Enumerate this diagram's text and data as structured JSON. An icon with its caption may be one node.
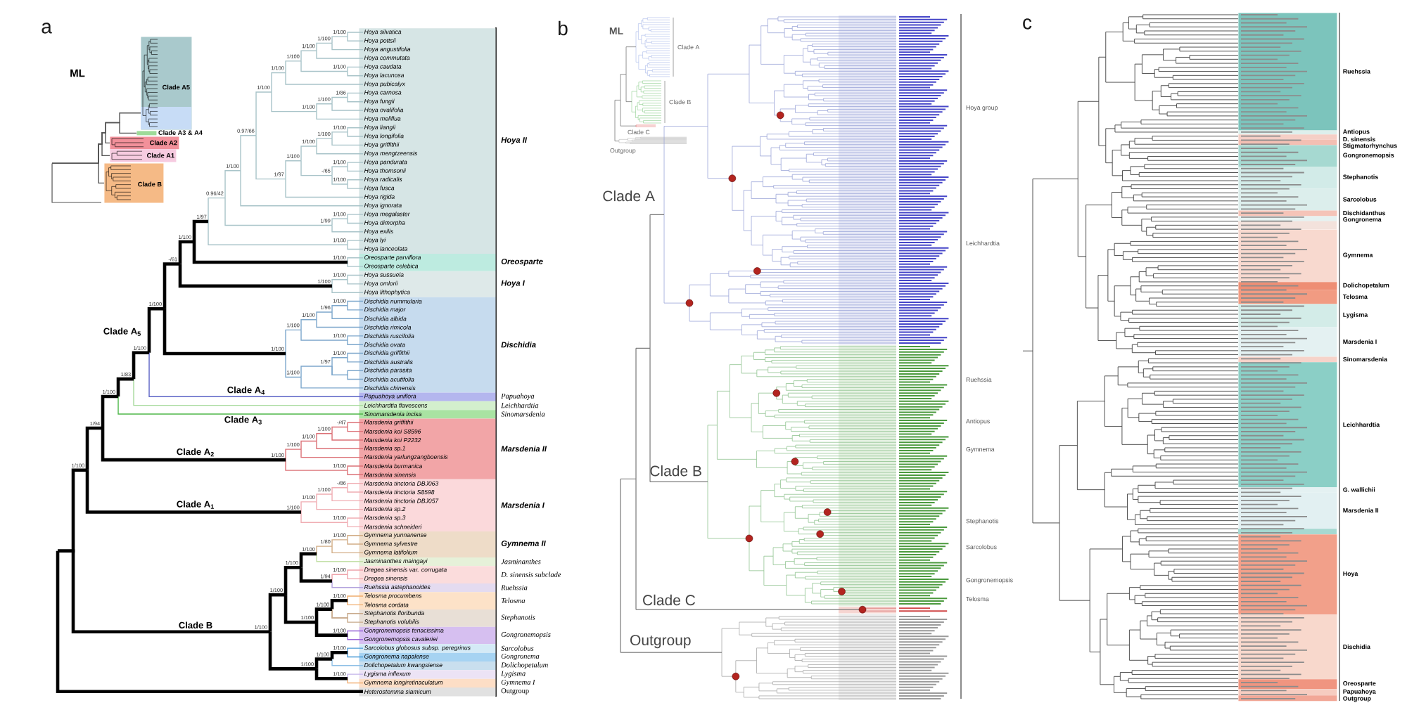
{
  "diagram": {
    "nodes": [
      {
        "text": [
          "Clade A5"
        ]
      },
      {
        "text": [
          "Clade A3 & A4"
        ]
      },
      {
        "text": [
          "Clade A2"
        ]
      },
      {
        "text": [
          "Clade A1"
        ]
      },
      {
        "text": [
          "Clade B"
        ]
      },
      {
        "text": [
          "Hoya II"
        ]
      },
      {
        "text": [
          "Oreosparte"
        ]
      },
      {
        "text": [
          "Hoya I"
        ]
      },
      {
        "text": [
          "Dischidia"
        ]
      },
      {
        "text": [
          "Papuahoya"
        ]
      },
      {
        "text": [
          "Leichhardtia"
        ]
      },
      {
        "text": [
          "Sinomarsdenia"
        ]
      },
      {
        "text": [
          "Marsdenia II"
        ]
      },
      {
        "text": [
          "Marsdenia I"
        ]
      },
      {
        "text": [
          "Gymnema II"
        ]
      },
      {
        "text": [
          "Jasminanthes"
        ]
      },
      {
        "text": [
          "D. sinensis subclade"
        ]
      },
      {
        "text": [
          "Ruehssia"
        ]
      },
      {
        "text": [
          "Telosma"
        ]
      },
      {
        "text": [
          "Stephanotis"
        ]
      },
      {
        "text": [
          "Gongronemopsis"
        ]
      },
      {
        "text": [
          "Sarcolobus"
        ]
      },
      {
        "text": [
          "Gongronema"
        ]
      },
      {
        "text": [
          "Dolichopetalum"
        ]
      },
      {
        "text": [
          "Lygisma"
        ]
      },
      {
        "text": [
          "Gymnema I"
        ]
      },
      {
        "text": [
          "Outgroup"
        ]
      },
      {
        "text": [
          "Hoya silvatica"
        ],
        "in": 5
      },
      {
        "text": [
          "Hoya pottsii"
        ],
        "in": 5
      },
      {
        "text": [
          "Hoya angustifolia"
        ],
        "in": 5
      },
      {
        "text": [
          "Hoya commutata"
        ],
        "in": 5
      },
      {
        "text": [
          "Hoya caudata"
        ],
        "in": 5
      },
      {
        "text": [
          "Hoya lacunosa"
        ],
        "in": 5
      },
      {
        "text": [
          "Hoya pubicalyx"
        ],
        "in": 5
      },
      {
        "text": [
          "Hoya carnosa"
        ],
        "in": 5
      },
      {
        "text": [
          "Hoya fungii"
        ],
        "in": 5
      },
      {
        "text": [
          "Hoya ovalifolia"
        ],
        "in": 5
      },
      {
        "text": [
          "Hoya meliflua"
        ],
        "in": 5
      },
      {
        "text": [
          "Hoya liangii"
        ],
        "in": 5
      },
      {
        "text": [
          "Hoya longifolia"
        ],
        "in": 5
      },
      {
        "text": [
          "Hoya griffithii"
        ],
        "in": 5
      },
      {
        "text": [
          "Hoya mengtzeensis"
        ],
        "in": 5
      },
      {
        "text": [
          "Hoya pandurata"
        ],
        "in": 5
      },
      {
        "text": [
          "Hoya thomsonii"
        ],
        "in": 5
      },
      {
        "text": [
          "Hoya radicalis"
        ],
        "in": 5
      },
      {
        "text": [
          "Hoya fusca"
        ],
        "in": 5
      },
      {
        "text": [
          "Hoya rigida"
        ],
        "in": 5
      },
      {
        "text": [
          "Hoya ignorata"
        ],
        "in": 5
      },
      {
        "text": [
          "Hoya megalaster"
        ],
        "in": 5
      },
      {
        "text": [
          "Hoya dimorpha"
        ],
        "in": 5
      },
      {
        "text": [
          "Hoya exilis"
        ],
        "in": 5
      },
      {
        "text": [
          "Hoya lyi"
        ],
        "in": 5
      },
      {
        "text": [
          "Hoya lanceolata"
        ],
        "in": 5
      },
      {
        "text": [
          "Oreosparte parviflora"
        ],
        "in": 6
      },
      {
        "text": [
          "Oreosparte celebica"
        ],
        "in": 6
      },
      {
        "text": [
          "Hoya sussuela"
        ],
        "in": 7
      },
      {
        "text": [
          "Hoya omlorii"
        ],
        "in": 7
      },
      {
        "text": [
          "Hoya lithophytica"
        ],
        "in": 7
      },
      {
        "text": [
          "Dischidia nummularia"
        ],
        "in": 8
      },
      {
        "text": [
          "Dischidia major"
        ],
        "in": 8
      },
      {
        "text": [
          "Dischidia albida"
        ],
        "in": 8
      },
      {
        "text": [
          "Dischidia rimicola"
        ],
        "in": 8
      },
      {
        "text": [
          "Dischidia ruscifolia"
        ],
        "in": 8
      },
      {
        "text": [
          "Dischidia ovata"
        ],
        "in": 8
      },
      {
        "text": [
          "Dischidia griffithii"
        ],
        "in": 8
      },
      {
        "text": [
          "Dischidia australis"
        ],
        "in": 8
      },
      {
        "text": [
          "Dischidia parasita"
        ],
        "in": 8
      },
      {
        "text": [
          "Dischidia acutifolia"
        ],
        "in": 8
      },
      {
        "text": [
          "Dischidia chinensis"
        ],
        "in": 8
      },
      {
        "text": [
          "Papuahoya uniflora"
        ],
        "in": 9
      },
      {
        "text": [
          "Leichhardtia flavescens"
        ],
        "in": 10
      },
      {
        "text": [
          "Sinomarsdenia incisa"
        ],
        "in": 11
      },
      {
        "text": [
          "Marsdenia griffithii"
        ],
        "in": 12
      },
      {
        "text": [
          "Marsdenia koi S8596"
        ],
        "in": 12
      },
      {
        "text": [
          "Marsdenia koi P2232"
        ],
        "in": 12
      },
      {
        "text": [
          "Marsdenia sp.1"
        ],
        "in": 12
      },
      {
        "text": [
          "Marsdenia yarlungzangboensis"
        ],
        "in": 12
      },
      {
        "text": [
          "Marsdenia burmanica"
        ],
        "in": 12
      },
      {
        "text": [
          "Marsdenia sinensis"
        ],
        "in": 12
      },
      {
        "text": [
          "Marsdenia tinctoria DBJ063"
        ],
        "in": 13
      },
      {
        "text": [
          "Marsdenia tinctoria S8598"
        ],
        "in": 13
      },
      {
        "text": [
          "Marsdenia tinctoria DBJ057"
        ],
        "in": 13
      },
      {
        "text": [
          "Marsdenia sp.2"
        ],
        "in": 13
      },
      {
        "text": [
          "Marsdenia sp.3"
        ],
        "in": 13
      },
      {
        "text": [
          "Marsdenia schneideri"
        ],
        "in": 13
      },
      {
        "text": [
          "Gymnema yunnanense"
        ],
        "in": 14
      },
      {
        "text": [
          "Gymnema sylvestre"
        ],
        "in": 14
      },
      {
        "text": [
          "Gymnema latifolium"
        ],
        "in": 14
      },
      {
        "text": [
          "Jasminanthes maingayi"
        ],
        "in": 15
      },
      {
        "text": [
          "Dregea sinensis var. corrugata"
        ],
        "in": 16
      },
      {
        "text": [
          "Dregea sinensis"
        ],
        "in": 16
      },
      {
        "text": [
          "Ruehssia astephanoides"
        ],
        "in": 17
      },
      {
        "text": [
          "Telosma procumbens"
        ],
        "in": 18
      },
      {
        "text": [
          "Telosma cordata"
        ],
        "in": 18
      },
      {
        "text": [
          "Stephanotis floribunda"
        ],
        "in": 19
      },
      {
        "text": [
          "Stephanotis volubilis"
        ],
        "in": 19
      },
      {
        "text": [
          "Gongronemopsis tenacissima"
        ],
        "in": 20
      },
      {
        "text": [
          "Gongronemopsis cavaleriei"
        ],
        "in": 20
      },
      {
        "text": [
          "Sarcolobus globosus subsp. peregrinus"
        ],
        "in": 21
      },
      {
        "text": [
          "Gongronema napalense"
        ],
        "in": 22
      },
      {
        "text": [
          "Dolichopetalum kwangsiense"
        ],
        "in": 23
      },
      {
        "text": [
          "Lygisma inflexum"
        ],
        "in": 24
      },
      {
        "text": [
          "Gymnema longiretinaculatum"
        ],
        "in": 25
      },
      {
        "text": [
          "Heterostemma siamicum"
        ],
        "in": 26
      },
      {
        "text": [
          "1/100"
        ]
      },
      {
        "text": [
          "1/100"
        ]
      },
      {
        "text": [
          "1/100"
        ]
      },
      {
        "text": [
          "1/100"
        ]
      },
      {
        "text": [
          "1/100"
        ]
      },
      {
        "text": [
          "1/100"
        ]
      },
      {
        "text": [
          "1/86"
        ]
      },
      {
        "text": [
          "1/100"
        ]
      },
      {
        "text": [
          "1/100"
        ]
      },
      {
        "text": [
          "1/100"
        ]
      },
      {
        "text": [
          "1/100"
        ]
      },
      {
        "text": [
          "1/100"
        ]
      },
      {
        "text": [
          "1/100"
        ]
      },
      {
        "text": [
          "1/100"
        ]
      },
      {
        "text": [
          "1/100"
        ]
      },
      {
        "text": [
          "-/65"
        ]
      },
      {
        "text": [
          "1/100"
        ]
      },
      {
        "text": [
          "1/97"
        ]
      },
      {
        "text": [
          "0.97/66"
        ]
      },
      {
        "text": [
          "1/100"
        ]
      },
      {
        "text": [
          "1/100"
        ]
      },
      {
        "text": [
          "1/99"
        ]
      },
      {
        "text": [
          "0.96/42"
        ]
      },
      {
        "text": [
          "1/100"
        ]
      },
      {
        "text": [
          "1/97"
        ]
      },
      {
        "text": [
          "1/100"
        ]
      },
      {
        "text": [
          "1/100"
        ]
      },
      {
        "text": [
          "1/100"
        ]
      },
      {
        "text": [
          "1/100"
        ]
      },
      {
        "text": [
          "-/61"
        ]
      },
      {
        "text": [
          "1/100"
        ]
      },
      {
        "text": [
          "1/96"
        ]
      },
      {
        "text": [
          "1/100"
        ]
      },
      {
        "text": [
          "1/100"
        ]
      },
      {
        "text": [
          "1/100"
        ]
      },
      {
        "text": [
          "1/100"
        ]
      },
      {
        "text": [
          "1/97"
        ]
      },
      {
        "text": [
          "1/100"
        ]
      },
      {
        "text": [
          "1/100"
        ]
      },
      {
        "text": [
          "1/100"
        ]
      },
      {
        "text": [
          "1/100"
        ]
      },
      {
        "text": [
          "1/83"
        ]
      },
      {
        "text": [
          "1/100"
        ]
      },
      {
        "text": [
          "-/47"
        ]
      },
      {
        "text": [
          "1/100"
        ]
      },
      {
        "text": [
          "1/100"
        ]
      },
      {
        "text": [
          "1/100"
        ]
      },
      {
        "text": [
          "1/100"
        ]
      },
      {
        "text": [
          "1/100"
        ]
      },
      {
        "text": [
          "1/94"
        ]
      },
      {
        "text": [
          "-/86"
        ]
      },
      {
        "text": [
          "1/100"
        ]
      },
      {
        "text": [
          "1/100"
        ]
      },
      {
        "text": [
          "1/100"
        ]
      },
      {
        "text": [
          "1/100"
        ]
      },
      {
        "text": [
          "1/100"
        ]
      },
      {
        "text": [
          "1/100"
        ]
      },
      {
        "text": [
          "1/80"
        ]
      },
      {
        "text": [
          "1/100"
        ]
      },
      {
        "text": [
          "1/100"
        ]
      },
      {
        "text": [
          "1/94"
        ]
      },
      {
        "text": [
          "1/100"
        ]
      },
      {
        "text": [
          "1/100"
        ]
      },
      {
        "text": [
          "1/100"
        ]
      },
      {
        "text": [
          "1/100"
        ]
      },
      {
        "text": [
          "1/100"
        ]
      },
      {
        "text": [
          "1/100"
        ]
      },
      {
        "text": [
          "1/100"
        ]
      },
      {
        "text": [
          "1/100"
        ]
      },
      {
        "text": [
          "1/100"
        ]
      },
      {
        "text": [
          "1/100"
        ]
      },
      {
        "text": [
          "1/100"
        ]
      },
      {
        "text": [
          "Ruehssia"
        ]
      },
      {
        "text": [
          "Antiopus"
        ]
      },
      {
        "text": [
          "D. sinensis"
        ]
      },
      {
        "text": [
          "Stigmatorhynchus"
        ]
      },
      {
        "text": [
          "Gongronemopsis"
        ]
      },
      {
        "text": [
          "Stephanotis"
        ]
      },
      {
        "text": [
          "Sarcolobus"
        ]
      },
      {
        "text": [
          "Dischidanthus"
        ]
      },
      {
        "text": [
          "Gongronema"
        ]
      },
      {
        "text": [
          "Gymnema"
        ]
      },
      {
        "text": [
          "Dolichopetalum"
        ]
      },
      {
        "text": [
          "Telosma"
        ]
      },
      {
        "text": [
          "Lygisma"
        ]
      },
      {
        "text": [
          "Marsdenia I"
        ]
      },
      {
        "text": [
          "Sinomarsdenia"
        ]
      },
      {
        "text": [
          "Leichhardtia"
        ]
      },
      {
        "text": [
          "G. wallichii"
        ]
      },
      {
        "text": [
          "Marsdenia II"
        ]
      },
      {
        "text": [
          "Hoya"
        ]
      },
      {
        "text": [
          "Dischidia"
        ]
      },
      {
        "text": [
          "Oreosparte"
        ]
      },
      {
        "text": [
          "Papuahoya"
        ]
      },
      {
        "text": [
          "Outgroup"
        ]
      }
    ],
    "edges": [
      {
        "from": null,
        "to": 0,
        "arrow": "none",
        "color": "#555555"
      },
      {
        "from": null,
        "to": 1,
        "arrow": "none",
        "color": "#555555"
      },
      {
        "from": null,
        "to": 2,
        "arrow": "none",
        "color": "#555555"
      },
      {
        "from": null,
        "to": 3,
        "arrow": "none",
        "color": "#555555"
      },
      {
        "from": null,
        "to": 4,
        "arrow": "none",
        "color": "#555555"
      },
      {
        "from": 104,
        "to": 27,
        "arrow": "none"
      },
      {
        "from": 104,
        "to": 28,
        "arrow": "none"
      },
      {
        "from": 105,
        "to": 104,
        "arrow": "none"
      },
      {
        "from": 105,
        "to": 29,
        "arrow": "none"
      },
      {
        "from": 106,
        "to": 105,
        "arrow": "none"
      },
      {
        "from": 106,
        "to": 30,
        "arrow": "none"
      },
      {
        "from": 107,
        "to": 31,
        "arrow": "none"
      },
      {
        "from": 107,
        "to": 32,
        "arrow": "none"
      },
      {
        "from": 108,
        "to": 106,
        "arrow": "none"
      },
      {
        "from": 108,
        "to": 107,
        "arrow": "none"
      },
      {
        "from": 109,
        "to": 108,
        "arrow": "none"
      },
      {
        "from": 109,
        "to": 33,
        "arrow": "none"
      },
      {
        "from": 110,
        "to": 34,
        "arrow": "none"
      },
      {
        "from": 110,
        "to": 35,
        "arrow": "none"
      },
      {
        "from": 111,
        "to": 110,
        "arrow": "none"
      },
      {
        "from": 111,
        "to": 36,
        "arrow": "none"
      },
      {
        "from": 112,
        "to": 111,
        "arrow": "none"
      },
      {
        "from": 112,
        "to": 37,
        "arrow": "none"
      },
      {
        "from": 113,
        "to": 109,
        "arrow": "none"
      },
      {
        "from": 113,
        "to": 112,
        "arrow": "none"
      },
      {
        "from": 114,
        "to": 38,
        "arrow": "none"
      },
      {
        "from": 114,
        "to": 39,
        "arrow": "none"
      },
      {
        "from": 115,
        "to": 114,
        "arrow": "none"
      },
      {
        "from": 115,
        "to": 40,
        "arrow": "none"
      },
      {
        "from": 116,
        "to": 115,
        "arrow": "none"
      },
      {
        "from": 116,
        "to": 41,
        "arrow": "none"
      },
      {
        "from": 117,
        "to": 42,
        "arrow": "none"
      },
      {
        "from": 117,
        "to": 43,
        "arrow": "none"
      },
      {
        "from": 118,
        "to": 44,
        "arrow": "none"
      },
      {
        "from": 118,
        "to": 45,
        "arrow": "none"
      },
      {
        "from": 119,
        "to": 117,
        "arrow": "none"
      },
      {
        "from": 119,
        "to": 118,
        "arrow": "none"
      },
      {
        "from": 120,
        "to": 116,
        "arrow": "none"
      },
      {
        "from": 120,
        "to": 119,
        "arrow": "none"
      },
      {
        "from": 121,
        "to": 120,
        "arrow": "none"
      },
      {
        "from": 121,
        "to": 46,
        "arrow": "none"
      },
      {
        "from": 122,
        "to": 113,
        "arrow": "none"
      },
      {
        "from": 122,
        "to": 121,
        "arrow": "none"
      },
      {
        "from": 123,
        "to": 122,
        "arrow": "none"
      },
      {
        "from": 123,
        "to": 47,
        "arrow": "none"
      },
      {
        "from": 124,
        "to": 48,
        "arrow": "none"
      },
      {
        "from": 124,
        "to": 49,
        "arrow": "none"
      },
      {
        "from": 125,
        "to": 124,
        "arrow": "none"
      },
      {
        "from": 125,
        "to": 50,
        "arrow": "none"
      },
      {
        "from": 126,
        "to": 123,
        "arrow": "none"
      },
      {
        "from": 126,
        "to": 125,
        "arrow": "none"
      },
      {
        "from": 127,
        "to": 51,
        "arrow": "none"
      },
      {
        "from": 127,
        "to": 52,
        "arrow": "none"
      },
      {
        "from": 128,
        "to": 126,
        "arrow": "none"
      },
      {
        "from": 128,
        "to": 127,
        "arrow": "none"
      },
      {
        "from": 129,
        "to": 53,
        "arrow": "none"
      },
      {
        "from": 129,
        "to": 54,
        "arrow": "none"
      },
      {
        "from": 130,
        "to": 128,
        "arrow": "none",
        "style": "thick",
        "color": "#000000"
      },
      {
        "from": 130,
        "to": 129,
        "arrow": "none",
        "style": "thick",
        "color": "#000000"
      },
      {
        "from": 131,
        "to": 55,
        "arrow": "none"
      },
      {
        "from": 131,
        "to": 56,
        "arrow": "none"
      },
      {
        "from": 132,
        "to": 131,
        "arrow": "none"
      },
      {
        "from": 132,
        "to": 57,
        "arrow": "none"
      },
      {
        "from": 133,
        "to": 130,
        "arrow": "none",
        "style": "thick",
        "color": "#000000"
      },
      {
        "from": 133,
        "to": 132,
        "arrow": "none",
        "style": "thick",
        "color": "#000000"
      },
      {
        "from": 134,
        "to": 58,
        "arrow": "none",
        "color": "#7da7cc"
      },
      {
        "from": 134,
        "to": 59,
        "arrow": "none",
        "color": "#7da7cc"
      },
      {
        "from": 135,
        "to": 134,
        "arrow": "none",
        "color": "#7da7cc"
      },
      {
        "from": 135,
        "to": 60,
        "arrow": "none",
        "color": "#7da7cc"
      },
      {
        "from": 136,
        "to": 135,
        "arrow": "none",
        "color": "#7da7cc"
      },
      {
        "from": 136,
        "to": 61,
        "arrow": "none",
        "color": "#7da7cc"
      },
      {
        "from": 137,
        "to": 62,
        "arrow": "none",
        "color": "#7da7cc"
      },
      {
        "from": 137,
        "to": 63,
        "arrow": "none",
        "color": "#7da7cc"
      },
      {
        "from": 138,
        "to": 136,
        "arrow": "none",
        "color": "#7da7cc"
      },
      {
        "from": 138,
        "to": 137,
        "arrow": "none",
        "color": "#7da7cc"
      },
      {
        "from": 139,
        "to": 64,
        "arrow": "none",
        "color": "#7da7cc"
      },
      {
        "from": 139,
        "to": 65,
        "arrow": "none",
        "color": "#7da7cc"
      },
      {
        "from": 140,
        "to": 139,
        "arrow": "none",
        "color": "#7da7cc"
      },
      {
        "from": 140,
        "to": 66,
        "arrow": "none",
        "color": "#7da7cc"
      },
      {
        "from": 140,
        "to": 67,
        "arrow": "none",
        "color": "#7da7cc"
      },
      {
        "from": 141,
        "to": 140,
        "arrow": "none",
        "color": "#7da7cc"
      },
      {
        "from": 141,
        "to": 68,
        "arrow": "none",
        "color": "#7da7cc"
      },
      {
        "from": 142,
        "to": 138,
        "arrow": "none",
        "color": "#7da7cc"
      },
      {
        "from": 142,
        "to": 141,
        "arrow": "none",
        "color": "#7da7cc"
      },
      {
        "from": 143,
        "to": 133,
        "arrow": "none",
        "style": "thick",
        "color": "#000000"
      },
      {
        "from": 143,
        "to": 142,
        "arrow": "none",
        "style": "thick",
        "color": "#000000"
      },
      {
        "from": 144,
        "to": 143,
        "arrow": "none",
        "style": "thick",
        "color": "#000000",
        "label": "Clade A$_{5}$"
      },
      {
        "from": 144,
        "to": 69,
        "arrow": "none",
        "color": "#5b63c6",
        "label": "Clade A$_{4}$"
      },
      {
        "from": 145,
        "to": 144,
        "arrow": "none",
        "style": "thick",
        "color": "#000000"
      },
      {
        "from": 145,
        "to": 70,
        "arrow": "none",
        "color": "#a6d99c"
      },
      {
        "from": 146,
        "to": 145,
        "arrow": "none",
        "style": "thick",
        "color": "#000000"
      },
      {
        "from": 146,
        "to": 71,
        "arrow": "none",
        "color": "#4fb84a",
        "label": "Clade A$_{3}$"
      },
      {
        "from": 147,
        "to": 72,
        "arrow": "none",
        "color": "#dc7177"
      },
      {
        "from": 147,
        "to": 73,
        "arrow": "none",
        "color": "#dc7177"
      },
      {
        "from": 148,
        "to": 147,
        "arrow": "none",
        "color": "#dc7177"
      },
      {
        "from": 148,
        "to": 74,
        "arrow": "none",
        "color": "#dc7177"
      },
      {
        "from": 149,
        "to": 148,
        "arrow": "none",
        "color": "#dc7177"
      },
      {
        "from": 149,
        "to": 75,
        "arrow": "none",
        "color": "#dc7177"
      },
      {
        "from": 150,
        "to": 149,
        "arrow": "none",
        "color": "#dc7177"
      },
      {
        "from": 150,
        "to": 76,
        "arrow": "none",
        "color": "#dc7177"
      },
      {
        "from": 151,
        "to": 77,
        "arrow": "none",
        "color": "#dc7177"
      },
      {
        "from": 151,
        "to": 78,
        "arrow": "none",
        "color": "#dc7177"
      },
      {
        "from": 152,
        "to": 150,
        "arrow": "none",
        "color": "#dc7177"
      },
      {
        "from": 152,
        "to": 151,
        "arrow": "none",
        "color": "#dc7177"
      },
      {
        "from": 153,
        "to": 146,
        "arrow": "none",
        "style": "thick",
        "color": "#000000"
      },
      {
        "from": 153,
        "to": 152,
        "arrow": "none",
        "style": "thick",
        "color": "#000000",
        "label": "Clade A$_{2}$"
      },
      {
        "from": 154,
        "to": 79,
        "arrow": "none",
        "color": "#f0adb3"
      },
      {
        "from": 154,
        "to": 80,
        "arrow": "none",
        "color": "#f0adb3"
      },
      {
        "from": 155,
        "to": 154,
        "arrow": "none",
        "color": "#f0adb3"
      },
      {
        "from": 155,
        "to": 81,
        "arrow": "none",
        "color": "#f0adb3"
      },
      {
        "from": 156,
        "to": 155,
        "arrow": "none",
        "color": "#f0adb3"
      },
      {
        "from": 156,
        "to": 82,
        "arrow": "none",
        "color": "#f0adb3"
      },
      {
        "from": 157,
        "to": 83,
        "arrow": "none",
        "color": "#f0adb3"
      },
      {
        "from": 157,
        "to": 84,
        "arrow": "none",
        "color": "#f0adb3"
      },
      {
        "from": 158,
        "to": 156,
        "arrow": "none",
        "color": "#f0adb3"
      },
      {
        "from": 158,
        "to": 157,
        "arrow": "none",
        "color": "#f0adb3"
      },
      {
        "from": 159,
        "to": 153,
        "arrow": "none",
        "style": "thick",
        "color": "#000000"
      },
      {
        "from": 159,
        "to": 158,
        "arrow": "none",
        "style": "thick",
        "color": "#000000",
        "label": "Clade A$_{1}$"
      },
      {
        "from": 160,
        "to": 85,
        "arrow": "none",
        "color": "#d2ad86"
      },
      {
        "from": 160,
        "to": 86,
        "arrow": "none",
        "color": "#d2ad86"
      },
      {
        "from": 161,
        "to": 160,
        "arrow": "none",
        "color": "#d2ad86"
      },
      {
        "from": 161,
        "to": 87,
        "arrow": "none",
        "color": "#d2ad86"
      },
      {
        "from": 162,
        "to": 161,
        "arrow": "none",
        "color": "#d2ad86"
      },
      {
        "from": 162,
        "to": 88,
        "arrow": "none",
        "color": "#c4e0a8"
      },
      {
        "from": 163,
        "to": 89,
        "arrow": "none",
        "color": "#eea3aa"
      },
      {
        "from": 163,
        "to": 90,
        "arrow": "none",
        "color": "#eea3aa"
      },
      {
        "from": 164,
        "to": 163,
        "arrow": "none",
        "color": "#eea3aa"
      },
      {
        "from": 164,
        "to": 91,
        "arrow": "none",
        "color": "#b3a3de"
      },
      {
        "from": 165,
        "to": 162,
        "arrow": "none",
        "style": "thick",
        "color": "#000000"
      },
      {
        "from": 165,
        "to": 164,
        "arrow": "none",
        "style": "thick",
        "color": "#000000"
      },
      {
        "from": 166,
        "to": 92,
        "arrow": "none",
        "color": "#f0ad6e"
      },
      {
        "from": 166,
        "to": 93,
        "arrow": "none",
        "color": "#f0ad6e"
      },
      {
        "from": 167,
        "to": 166,
        "arrow": "none",
        "style": "thick",
        "color": "#000000"
      },
      {
        "from": 167,
        "to": 94,
        "arrow": "none",
        "color": "#c8aa8c"
      },
      {
        "from": 167,
        "to": 95,
        "arrow": "none",
        "color": "#c8aa8c"
      },
      {
        "from": 168,
        "to": 96,
        "arrow": "none",
        "color": "#9966d6"
      },
      {
        "from": 168,
        "to": 97,
        "arrow": "none",
        "color": "#9966d6"
      },
      {
        "from": 169,
        "to": 167,
        "arrow": "none",
        "style": "thick",
        "color": "#000000"
      },
      {
        "from": 169,
        "to": 168,
        "arrow": "none",
        "style": "thick",
        "color": "#000000"
      },
      {
        "from": 170,
        "to": 165,
        "arrow": "none",
        "style": "thick",
        "color": "#000000"
      },
      {
        "from": 170,
        "to": 169,
        "arrow": "none",
        "style": "thick",
        "color": "#000000"
      },
      {
        "from": 171,
        "to": 98,
        "arrow": "none",
        "color": "#4a9ad6"
      },
      {
        "from": 171,
        "to": 99,
        "arrow": "none",
        "color": "#4a9ad6"
      },
      {
        "from": 172,
        "to": 171,
        "arrow": "none",
        "style": "thick",
        "color": "#000000"
      },
      {
        "from": 172,
        "to": 100,
        "arrow": "none",
        "color": "#8fc0e6"
      },
      {
        "from": 173,
        "to": 101,
        "arrow": "none",
        "color": "#c4b4ea"
      },
      {
        "from": 173,
        "to": 102,
        "arrow": "none",
        "color": "#f3b27a"
      },
      {
        "from": 174,
        "to": 172,
        "arrow": "none",
        "style": "thick",
        "color": "#000000"
      },
      {
        "from": 174,
        "to": 173,
        "arrow": "none",
        "style": "thick",
        "color": "#000000"
      },
      {
        "from": 175,
        "to": 170,
        "arrow": "none",
        "style": "thick",
        "color": "#000000"
      },
      {
        "from": 175,
        "to": 174,
        "arrow": "none",
        "style": "thick",
        "color": "#000000"
      },
      {
        "from": null,
        "to": 159,
        "arrow": "none",
        "style": "thick",
        "color": "#000000"
      },
      {
        "from": null,
        "to": 175,
        "arrow": "none",
        "style": "thick",
        "color": "#000000",
        "label": "Clade B"
      },
      {
        "from": null,
        "to": 103,
        "arrow": "none",
        "style": "thick",
        "color": "#000000"
      }
    ],
    "labels": [
      "a",
      "ML",
      "b",
      "ML",
      "Clade A",
      "Clade B",
      "Clade C",
      "Outgroup",
      "Clade A",
      "Clade B",
      "Clade C",
      "Outgroup",
      "Hoya group",
      "Leichhardtia",
      "Ruehssia",
      "Antiopus",
      "Gymnema",
      "Stephanotis",
      "Sarcolobus",
      "Gongronemopsis",
      "Telosma",
      "c"
    ]
  }
}
